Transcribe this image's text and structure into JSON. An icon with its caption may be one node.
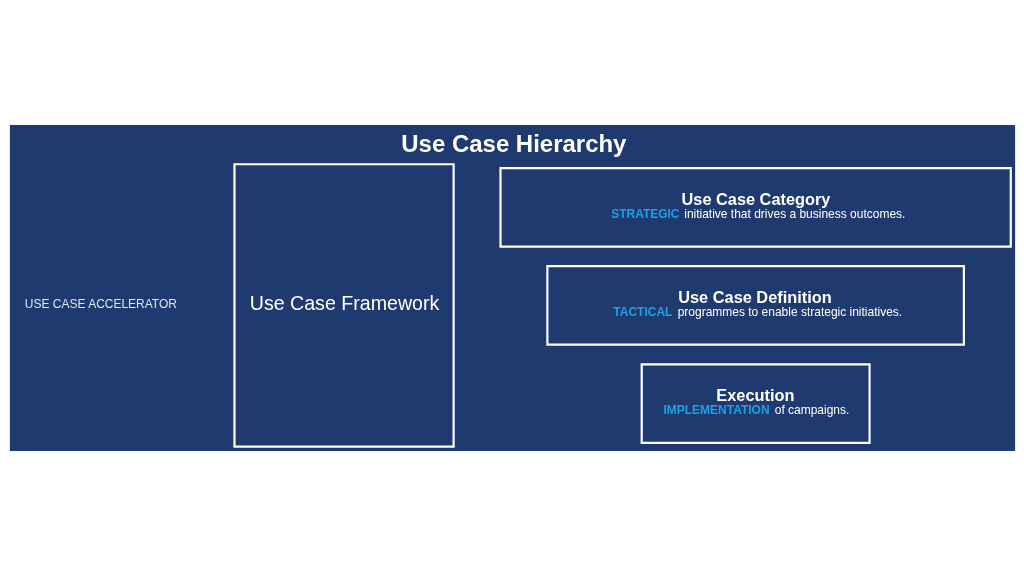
{
  "diagram": {
    "title": "Use Case Hierarchy",
    "nodes": [
      {
        "text": [
          "Use Case Framework"
        ]
      },
      {
        "text": [
          "Use Case Category",
          "**STRATEGIC** initiative that drives a business outcomes."
        ]
      },
      {
        "text": [
          "Use Case Definition",
          "**TACTICAL** programmes to enable strategic initiatives."
        ]
      },
      {
        "text": [
          "Execution",
          "**IMPLEMENTATION** of campaigns."
        ]
      }
    ],
    "labels": [
      "USE CASE ACCELERATOR"
    ]
  }
}
